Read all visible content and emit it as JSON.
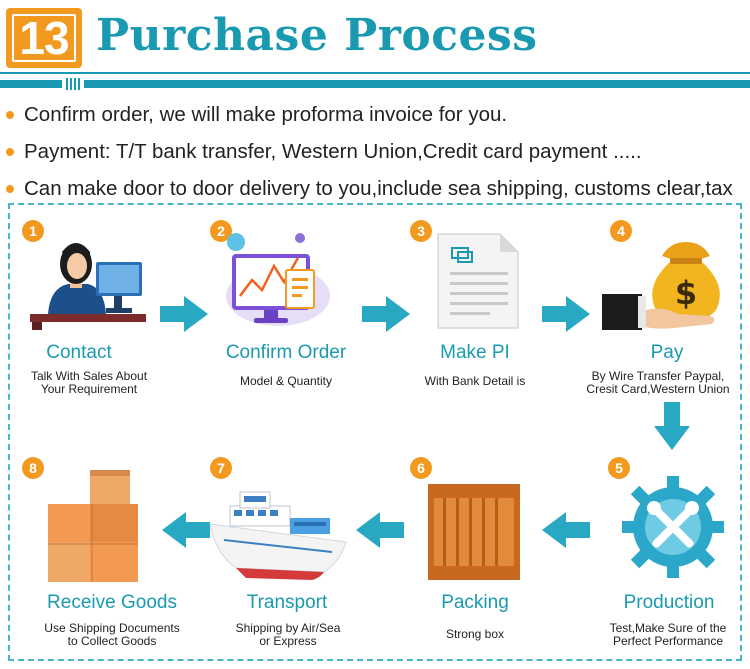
{
  "header": {
    "number": "13",
    "title": "Purchase Process"
  },
  "bullets": [
    "Confirm order, we will make proforma invoice for you.",
    "Payment: T/T bank transfer, Western Union,Credit card payment .....",
    "Can make door to door delivery to you,include sea shipping, customs clear,tax"
  ],
  "steps": [
    {
      "num": "1",
      "title": "Contact",
      "desc_lines": [
        "Talk With Sales About",
        "Your Requirement"
      ],
      "icon": "person-at-computer-icon"
    },
    {
      "num": "2",
      "title": "Confirm Order",
      "desc_lines": [
        "Model & Quantity"
      ],
      "icon": "monitor-chart-icon"
    },
    {
      "num": "3",
      "title": "Make PI",
      "desc_lines": [
        "With Bank Detail is"
      ],
      "icon": "document-icon"
    },
    {
      "num": "4",
      "title": "Pay",
      "desc_lines": [
        "By Wire Transfer Paypal,",
        "Cresit Card,Western Union"
      ],
      "icon": "money-bag-hand-icon"
    },
    {
      "num": "5",
      "title": "Production",
      "desc_lines": [
        "Test,Make Sure of the",
        "Perfect Performance"
      ],
      "icon": "gear-wrench-icon"
    },
    {
      "num": "6",
      "title": "Packing",
      "desc_lines": [
        "Strong box"
      ],
      "icon": "wooden-crate-icon"
    },
    {
      "num": "7",
      "title": "Transport",
      "desc_lines": [
        "Shipping by Air/Sea",
        "or Express"
      ],
      "icon": "cargo-ship-icon"
    },
    {
      "num": "8",
      "title": "Receive Goods",
      "desc_lines": [
        "Use  Shipping Documents",
        "to Collect Goods"
      ],
      "icon": "stacked-boxes-icon"
    }
  ],
  "colors": {
    "accent": "#1a9ab0",
    "badge": "#f29a1f",
    "arrow": "#29a8c4"
  }
}
